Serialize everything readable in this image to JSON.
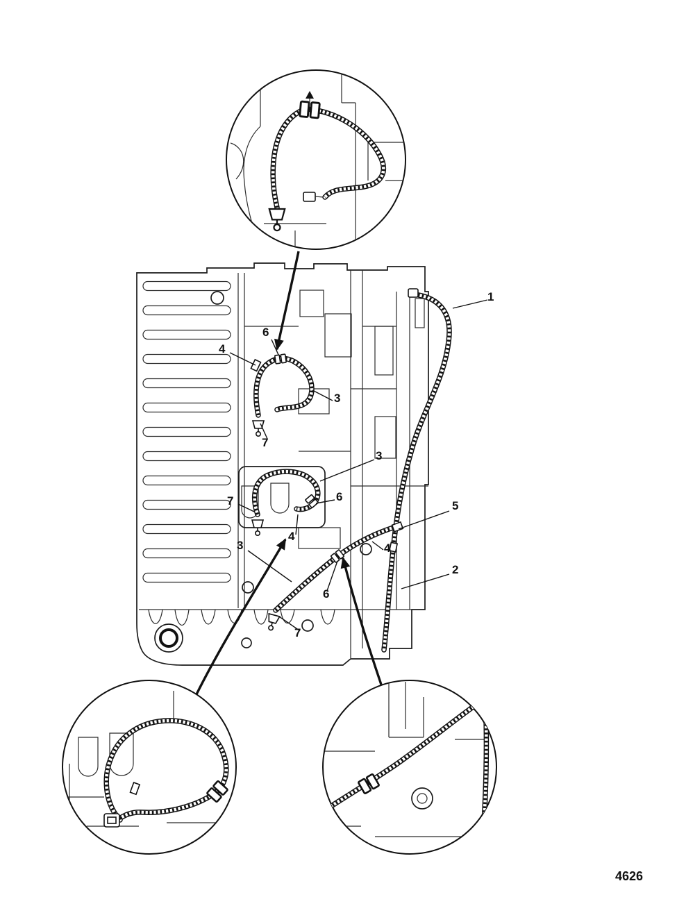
{
  "figure_number": "4626",
  "ink_color": "#111111",
  "background_color": "#ffffff",
  "diagram_kind": "engine block hose routing with three magnified detail views",
  "callouts": [
    {
      "label": "1"
    },
    {
      "label": "6"
    },
    {
      "label": "4"
    },
    {
      "label": "3"
    },
    {
      "label": "7"
    },
    {
      "label": "3"
    },
    {
      "label": "7"
    },
    {
      "label": "6"
    },
    {
      "label": "5"
    },
    {
      "label": "4"
    },
    {
      "label": "3"
    },
    {
      "label": "4"
    },
    {
      "label": "2"
    },
    {
      "label": "6"
    },
    {
      "label": "7"
    }
  ]
}
